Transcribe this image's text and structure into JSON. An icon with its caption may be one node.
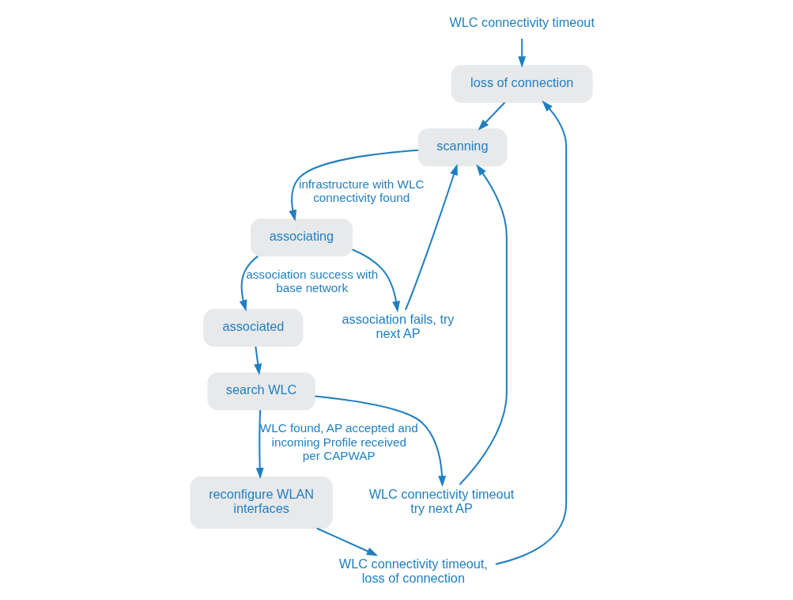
{
  "diagram": {
    "nodes": [
      {
        "text": [
          "WLC connectivity timeout"
        ]
      },
      {
        "text": [
          "loss of connection"
        ]
      },
      {
        "text": [
          "scanning"
        ]
      },
      {
        "text": [
          "associating"
        ]
      },
      {
        "text": [
          "associated"
        ]
      },
      {
        "text": [
          "search WLC"
        ]
      },
      {
        "text": [
          "reconfigure WLAN interfaces"
        ]
      },
      {
        "text": [
          "association fails, try next AP"
        ]
      },
      {
        "text": [
          "WLC connectivity timeout try next AP"
        ]
      },
      {
        "text": [
          "WLC connectivity timeout, loss of connection"
        ]
      }
    ],
    "edges": [
      {
        "from": 0,
        "to": 1,
        "arrow": "to"
      },
      {
        "from": 1,
        "to": 2,
        "arrow": "to"
      },
      {
        "from": 2,
        "to": 3,
        "arrow": "to",
        "label": "infrastructure with WLC connectivity found"
      },
      {
        "from": 3,
        "to": 4,
        "arrow": "to",
        "label": "association success with base network"
      },
      {
        "from": 4,
        "to": 5,
        "arrow": "to"
      },
      {
        "from": 5,
        "to": 6,
        "arrow": "to",
        "label": "WLC found, AP accepted and incoming Profile received per CAPWAP"
      },
      {
        "from": 3,
        "to": 7,
        "arrow": "to"
      },
      {
        "from": 7,
        "to": 2,
        "arrow": "to"
      },
      {
        "from": 5,
        "to": 8,
        "arrow": "to"
      },
      {
        "from": 8,
        "to": 2,
        "arrow": "to"
      },
      {
        "from": 6,
        "to": 9,
        "arrow": "to"
      },
      {
        "from": 9,
        "to": 1,
        "arrow": "to"
      }
    ]
  }
}
